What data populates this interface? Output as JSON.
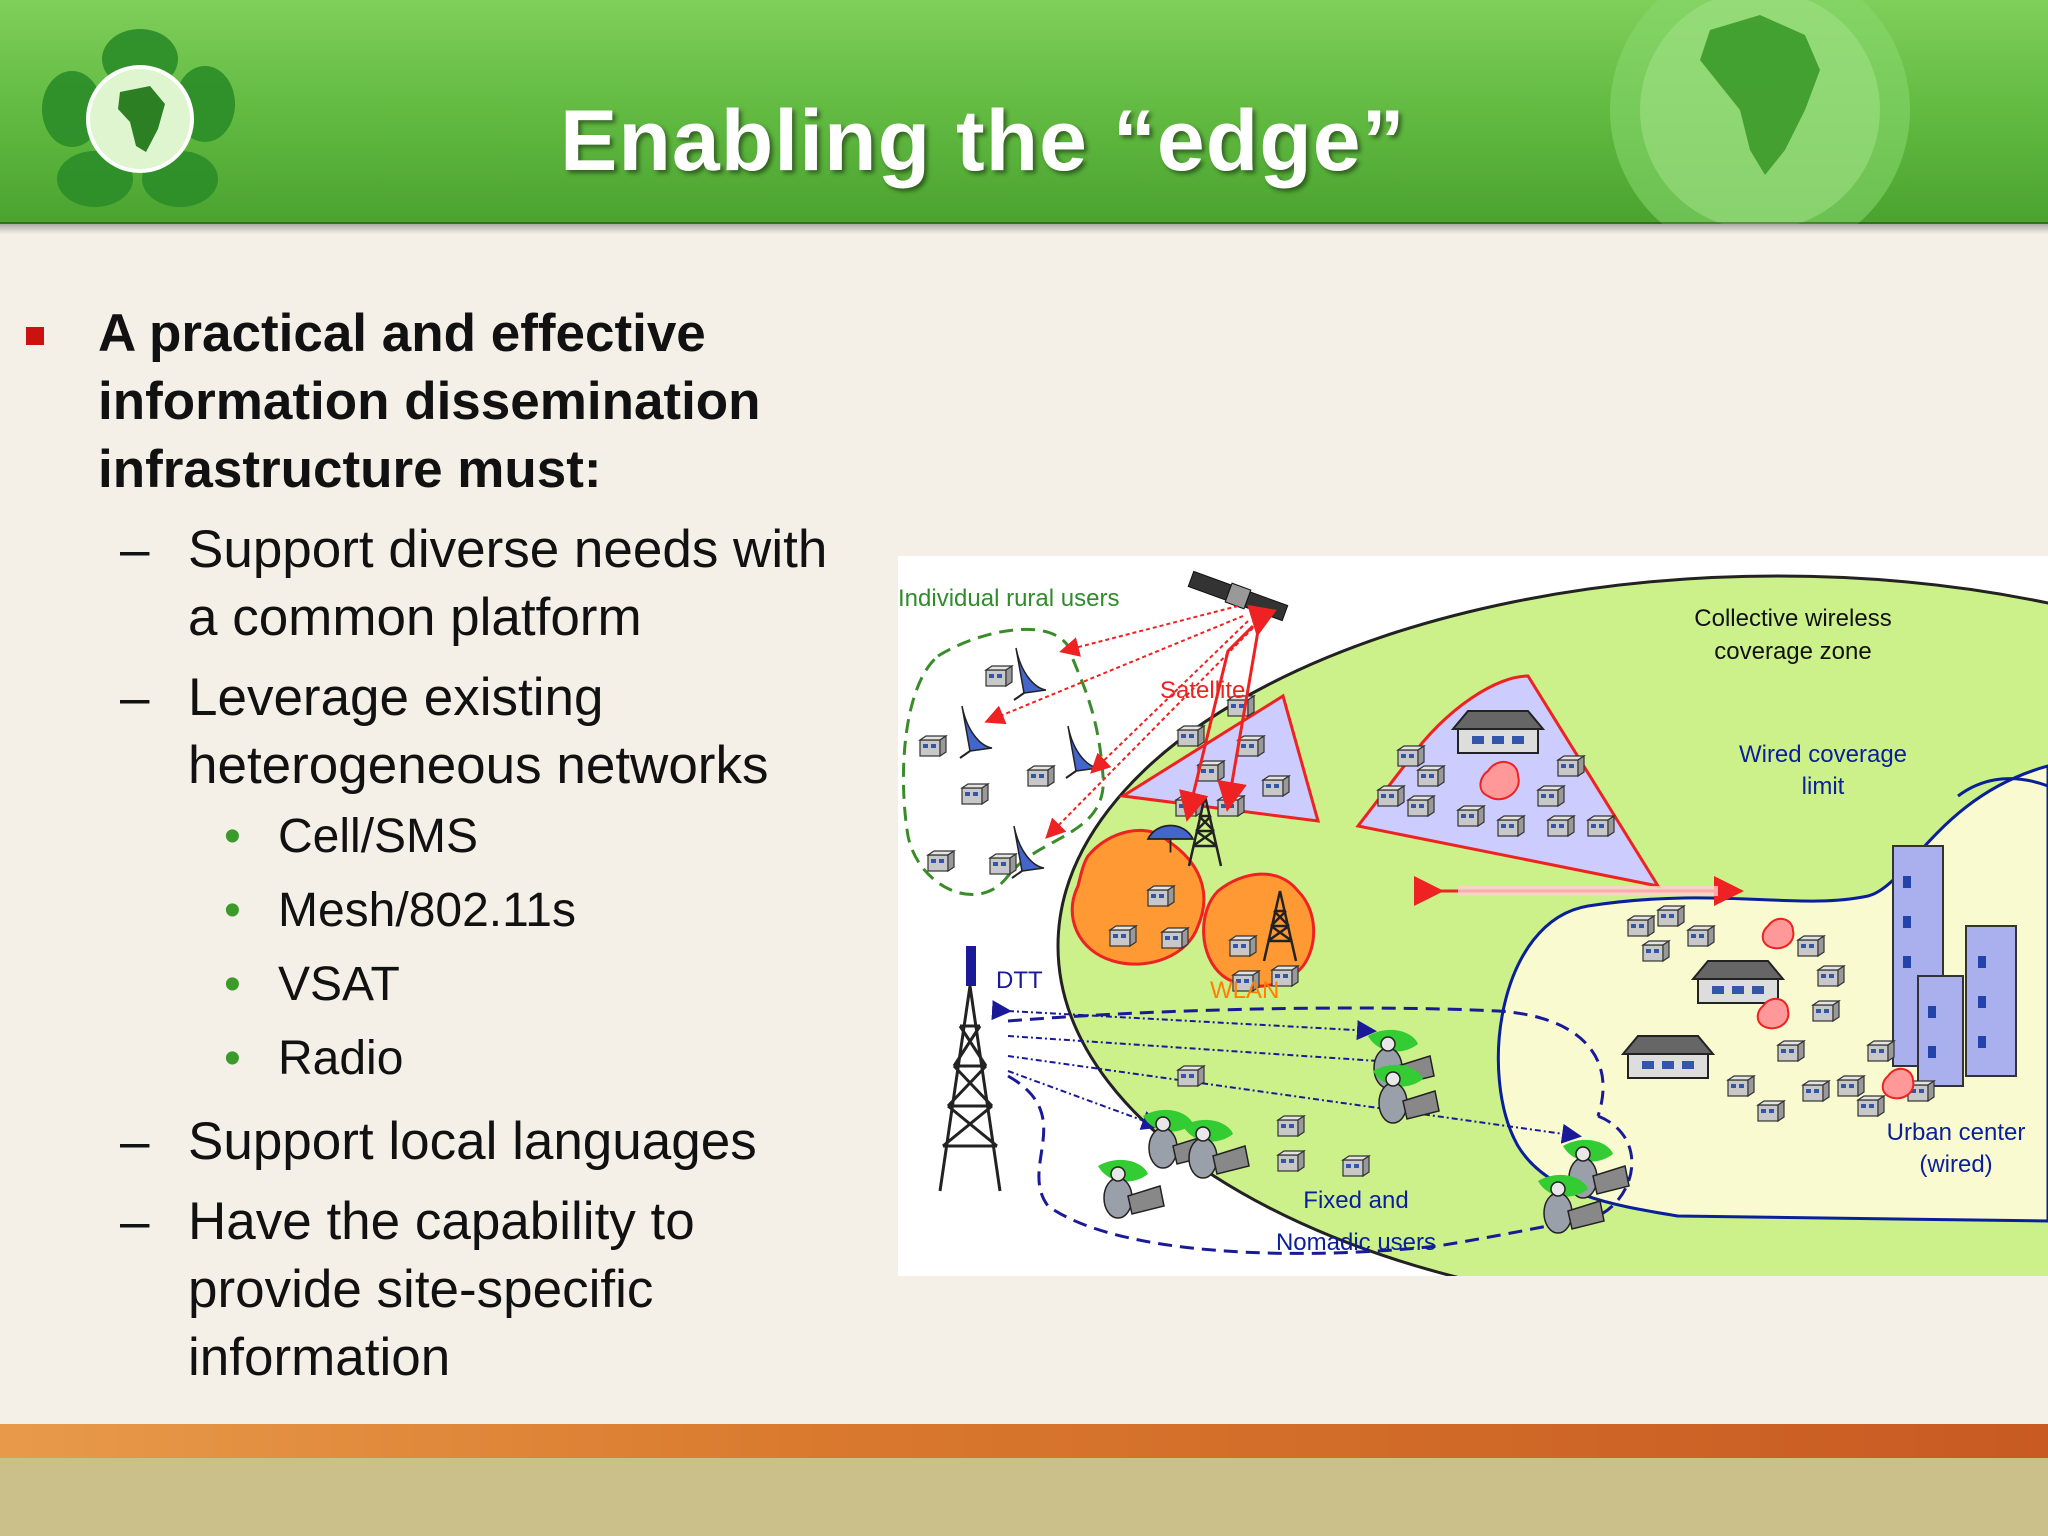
{
  "slide": {
    "title": "Enabling the “edge”"
  },
  "content": {
    "main_bullet_lines": [
      "A practical and effective",
      "information dissemination",
      "infrastructure must:"
    ],
    "sub_points": [
      {
        "lines": [
          "Support diverse needs with",
          "a common platform"
        ]
      },
      {
        "lines": [
          "Leverage existing",
          "heterogeneous networks"
        ],
        "items": [
          "Cell/SMS",
          "Mesh/802.11s",
          "VSAT",
          "Radio"
        ]
      },
      {
        "lines": [
          "Support local languages"
        ]
      },
      {
        "lines": [
          "Have the capability to",
          "provide site-specific",
          "information"
        ]
      }
    ]
  },
  "diagram": {
    "labels": {
      "rural_users": "Individual rural users",
      "satellite": "Satellite",
      "collective_zone_1": "Collective wireless",
      "collective_zone_2": "coverage zone",
      "wired_limit_1": "Wired coverage",
      "wired_limit_2": "limit",
      "wlan": "WLAN",
      "dtt": "DTT",
      "urban_1": "Urban center",
      "urban_2": "(wired)",
      "fixed_1": "Fixed and",
      "fixed_2": "Nomadic users"
    }
  },
  "colors": {
    "header_green": "#5fb83f",
    "bullet_red": "#cc1111",
    "sub_bullet_green": "#3a9b2a",
    "zone_green": "#ccf08a",
    "urban_yellow": "#fafad0",
    "wlan_orange": "#ff9933",
    "cell_purple": "#ccccff",
    "dtt_blue": "#1a1a99",
    "arrow_red": "#ee2222",
    "bottom_orange": "#d9792e"
  }
}
